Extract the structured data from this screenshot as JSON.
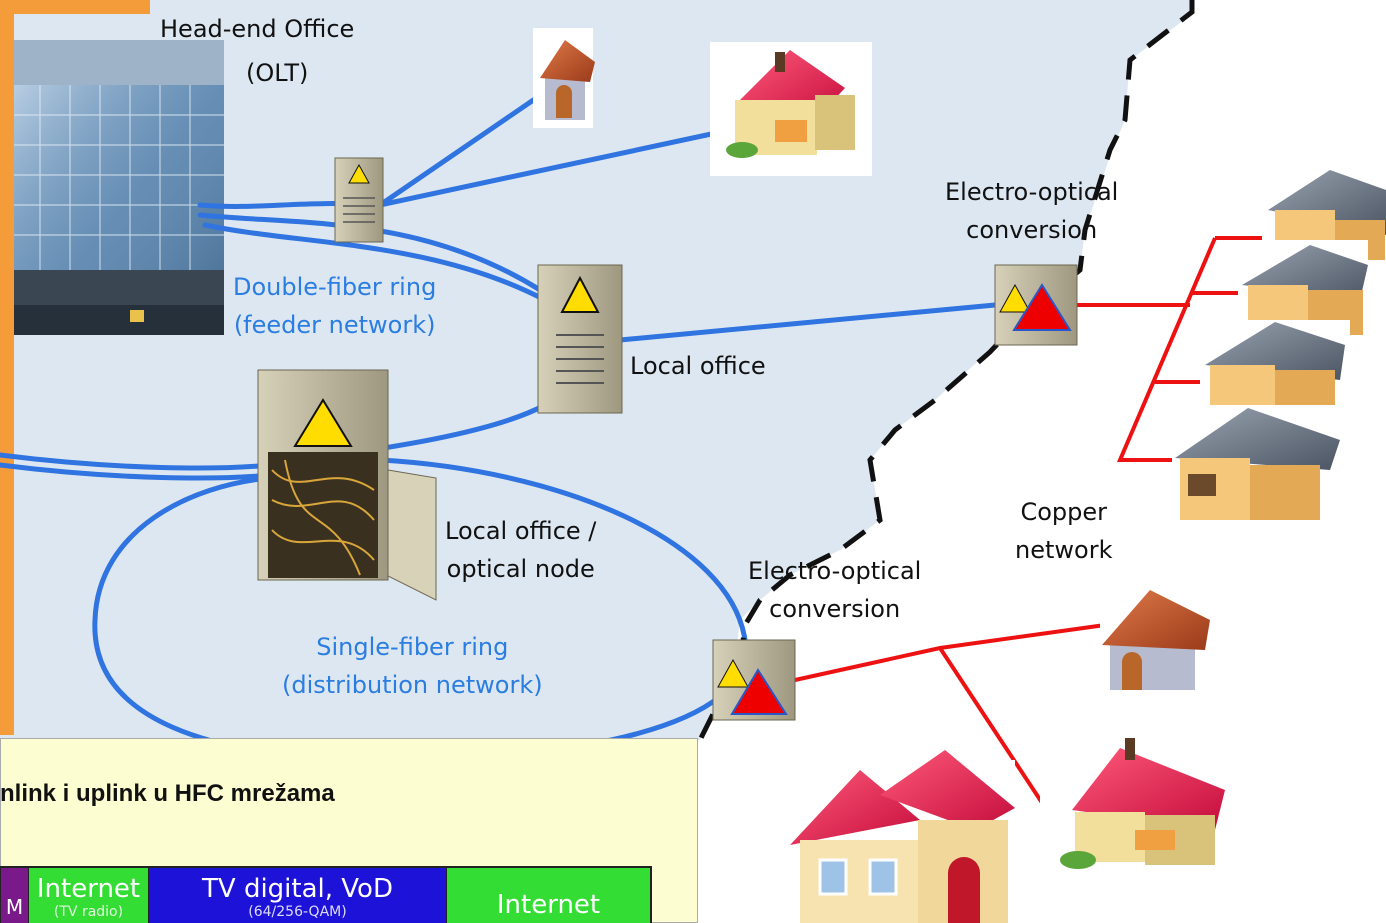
{
  "diagram": {
    "labels": {
      "head_end_line1": "Head-end Office",
      "head_end_line2": "(OLT)",
      "double_ring_line1": "Double-fiber ring",
      "double_ring_line2": "(feeder network)",
      "local_office": "Local office",
      "eo_top_line1": "Electro-optical",
      "eo_top_line2": "conversion",
      "copper_line1": "Copper",
      "copper_line2": "network",
      "local_node_line1": "Local office /",
      "local_node_line2": "optical node",
      "eo_bottom_line1": "Electro-optical",
      "eo_bottom_line2": "conversion",
      "single_ring_line1": "Single-fiber ring",
      "single_ring_line2": "(distribution network)"
    },
    "colors": {
      "cloud": "#dde7f1",
      "fiber": "#2f74e0",
      "copper": "#ee1111",
      "orange_frame": "#f49b3a",
      "boundary": "#111111"
    }
  },
  "panel": {
    "title": "nlink i uplink u HFC mrežama",
    "bands": [
      {
        "main": "M",
        "sub": "",
        "color": "#7a1a8a"
      },
      {
        "main": "Internet",
        "sub": "(TV radio)",
        "color": "#33dd33"
      },
      {
        "main": "TV digital, VoD",
        "sub": "(64/256-QAM)",
        "color": "#1d12d8"
      },
      {
        "main": "Internet",
        "sub": "",
        "color": "#33dd33"
      }
    ]
  }
}
